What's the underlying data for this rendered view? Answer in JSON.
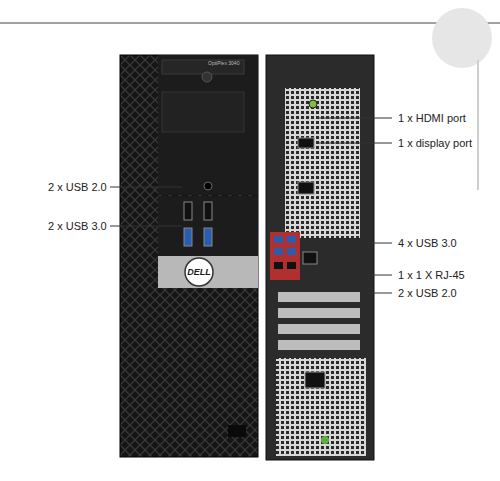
{
  "diagram": {
    "labels": [
      "OptiPlex 3040",
      "DELL",
      "2 x USB 2.0",
      "2 x USB 3.0",
      "1 x HDMI port",
      "1 x display port",
      "4 x USB 3.0",
      "1 x 1 X RJ-45",
      "2 x USB 2.0"
    ]
  }
}
